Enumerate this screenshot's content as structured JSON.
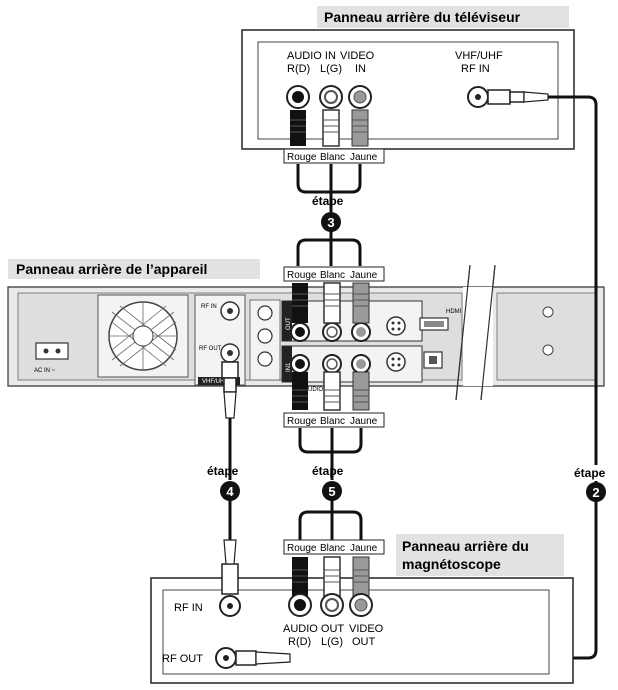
{
  "tv": {
    "title": "Panneau arrière du téléviseur",
    "audio_in_label": "AUDIO IN",
    "video_label": "VIDEO",
    "rd_label": "R(D)",
    "lg_label": "L(G)",
    "in_label": "IN",
    "vhf_label": "VHF/UHF",
    "rf_in_label": "RF IN",
    "colors": {
      "rouge": "Rouge",
      "blanc": "Blanc",
      "jaune": "Jaune"
    }
  },
  "unit": {
    "title": "Panneau arrière de l’appareil",
    "ac_in": "AC IN ~",
    "rf_in_small": "RF IN",
    "rf_out_small": "RF OUT",
    "vhf_small": "VHF/UHF",
    "out_small": "OUT",
    "in_small": "IN1",
    "audio_small": "AUDIO",
    "hdmi_small": "HDMI",
    "colors_top": {
      "rouge": "Rouge",
      "blanc": "Blanc",
      "jaune": "Jaune"
    },
    "colors_bottom": {
      "rouge": "Rouge",
      "blanc": "Blanc",
      "jaune": "Jaune"
    }
  },
  "vcr": {
    "title_line1": "Panneau arrière du",
    "title_line2": "magnétoscope",
    "rf_in": "RF IN",
    "rf_out": "RF OUT",
    "audio_out_label": "AUDIO OUT",
    "video_label": "VIDEO",
    "rd_label": "R(D)",
    "lg_label": "L(G)",
    "out_label": "OUT",
    "colors": {
      "rouge": "Rouge",
      "blanc": "Blanc",
      "jaune": "Jaune"
    }
  },
  "steps": {
    "s2": {
      "label": "étape",
      "num": "2"
    },
    "s3": {
      "label": "étape",
      "num": "3"
    },
    "s4": {
      "label": "étape",
      "num": "4"
    },
    "s5": {
      "label": "étape",
      "num": "5"
    }
  }
}
